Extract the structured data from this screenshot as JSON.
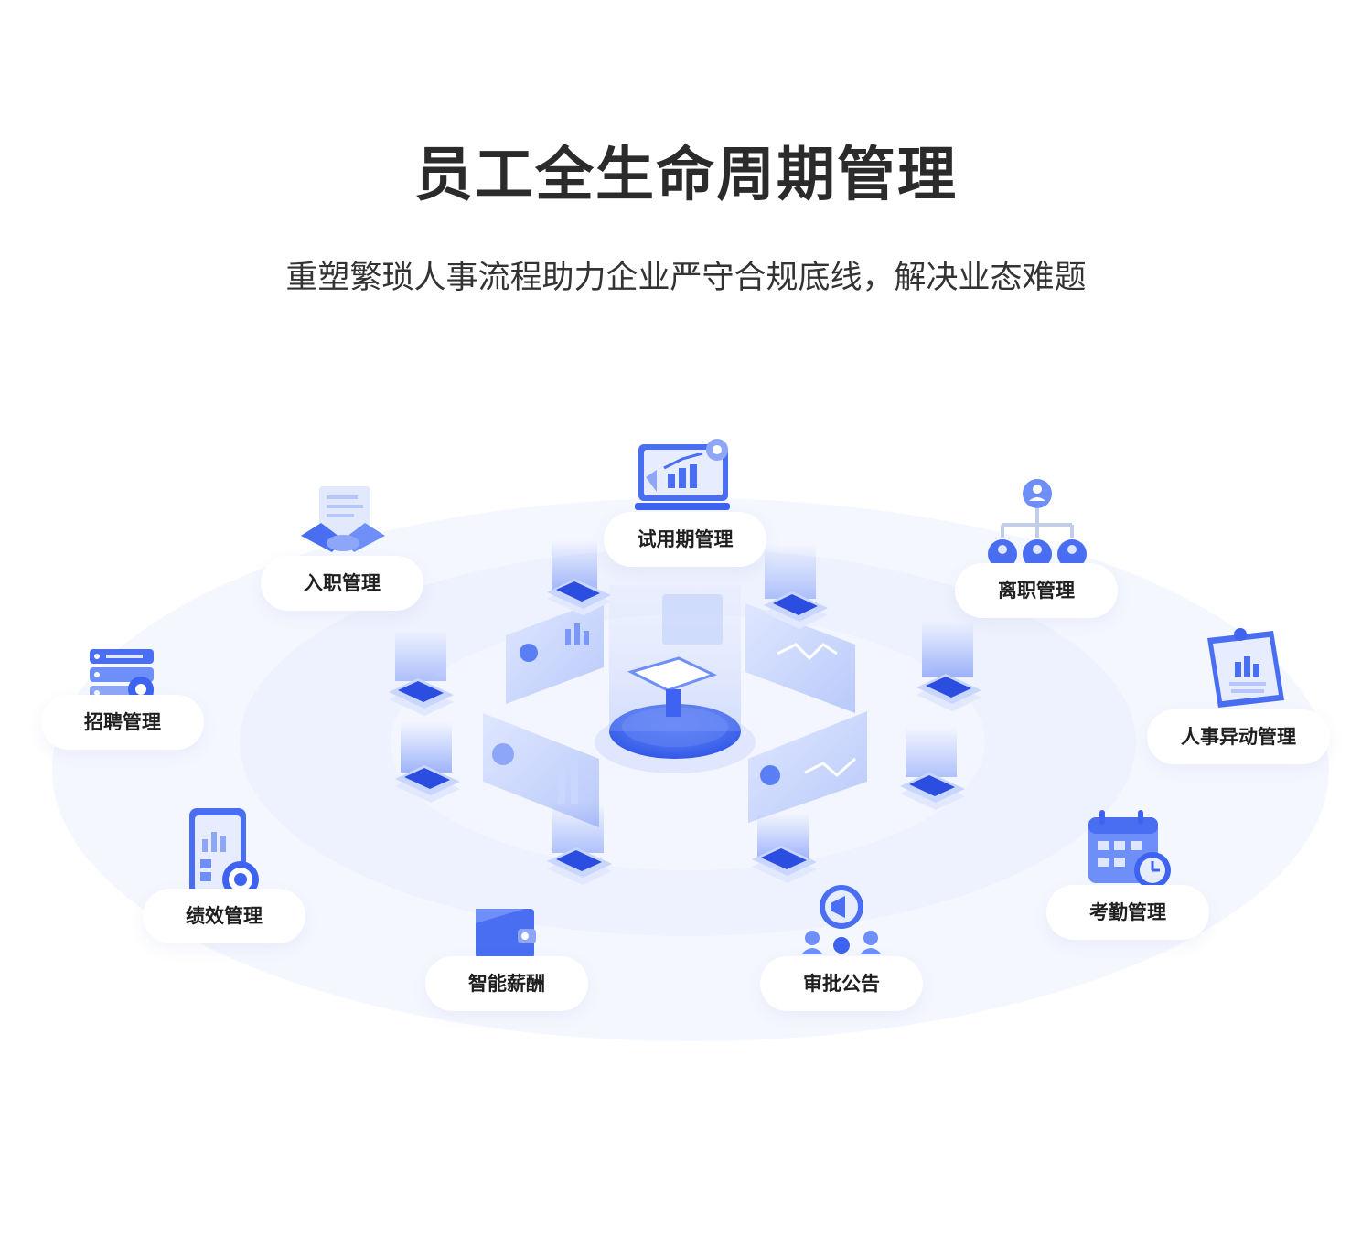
{
  "header": {
    "title": "员工全生命周期管理",
    "subtitle": "重塑繁琐人事流程助力企业严守合规底线，解决业态难题"
  },
  "modules": {
    "probation": "试用期管理",
    "onboarding": "入职管理",
    "resignation": "离职管理",
    "recruitment": "招聘管理",
    "personnel_change": "人事异动管理",
    "performance": "绩效管理",
    "attendance": "考勤管理",
    "payroll": "智能薪酬",
    "approval": "审批公告"
  },
  "colors": {
    "accent": "#3d63f0",
    "accent_light": "#8ea6f7",
    "ring_outer": "#f4f7ff",
    "ring_mid": "#eef2fe",
    "title": "#2b2b2b"
  }
}
